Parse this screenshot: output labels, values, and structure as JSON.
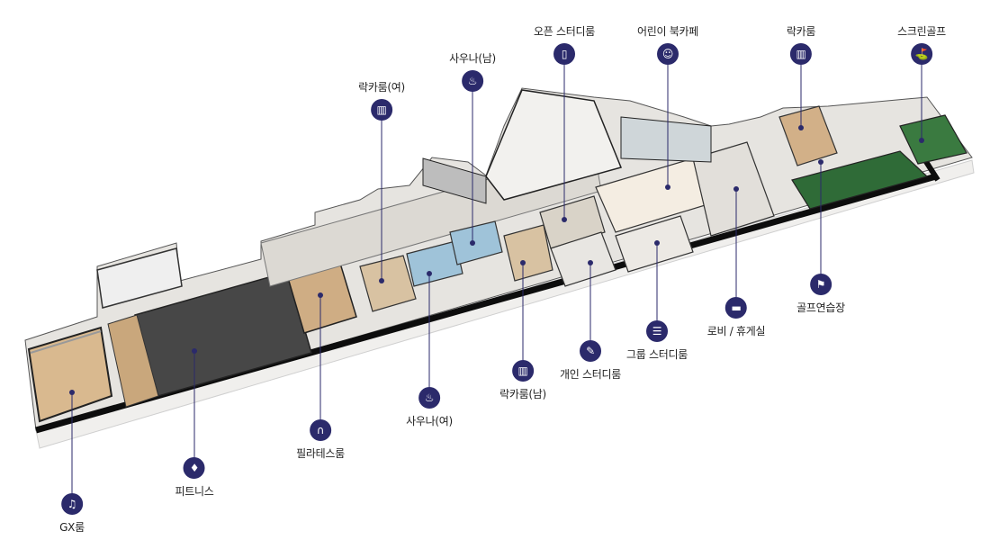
{
  "colors": {
    "badge": "#2b2a6b",
    "leader": "#2b2a6b",
    "wall_top": "#111111",
    "floor": "#e7e5e2",
    "wood": "#c9a77c",
    "gym_floor": "#4a4a4a",
    "golf_turf": "#2f6b37",
    "pool_blue": "#9fc3d9"
  },
  "labels": {
    "gx_room": {
      "text": "GX룸",
      "icon": "aerobics-icon"
    },
    "fitness": {
      "text": "피트니스",
      "icon": "treadmill-icon"
    },
    "pilates": {
      "text": "필라테스룸",
      "icon": "pilates-icon"
    },
    "locker_f": {
      "text": "락카룸(여)",
      "icon": "locker-icon"
    },
    "sauna_m": {
      "text": "사우나(남)",
      "icon": "shower-icon"
    },
    "sauna_f": {
      "text": "사우나(여)",
      "icon": "shower-icon"
    },
    "locker_m": {
      "text": "락카룸(남)",
      "icon": "locker-icon"
    },
    "open_study": {
      "text": "오픈 스터디룸",
      "icon": "door-icon"
    },
    "kids_cafe": {
      "text": "어린이 북카페",
      "icon": "kids-book-icon"
    },
    "private_study": {
      "text": "개인 스터디룸",
      "icon": "desk-study-icon"
    },
    "group_study": {
      "text": "그룹 스터디룸",
      "icon": "meeting-table-icon"
    },
    "lobby": {
      "text": "로비 / 휴게실",
      "icon": "sofa-icon"
    },
    "locker": {
      "text": "락카룸",
      "icon": "locker-icon"
    },
    "golf_practice": {
      "text": "골프연습장",
      "icon": "golfer-icon"
    },
    "screen_golf": {
      "text": "스크린골프",
      "icon": "screen-golf-icon"
    }
  }
}
